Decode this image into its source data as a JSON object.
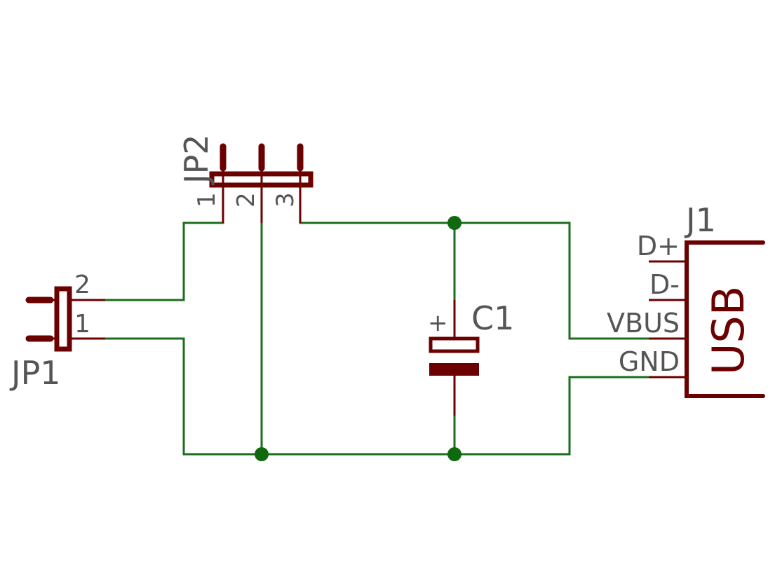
{
  "colors": {
    "wire": "#1b6e1b",
    "junction": "#0f6a0f",
    "part": "#6b0000",
    "label": "#555555",
    "background": "#ffffff"
  },
  "jp1": {
    "name": "JP1",
    "pins": [
      "2",
      "1"
    ]
  },
  "jp2": {
    "name": "JP2",
    "pins": [
      "1",
      "2",
      "3"
    ]
  },
  "c1": {
    "name": "C1",
    "polarity": "+"
  },
  "j1": {
    "name": "J1",
    "body_label": "USB",
    "pins": [
      "D+",
      "D-",
      "VBUS",
      "GND"
    ]
  }
}
